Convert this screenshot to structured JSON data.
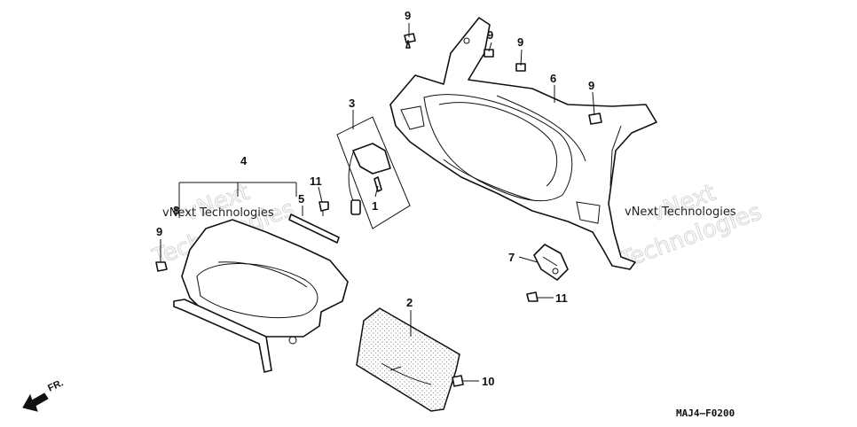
{
  "callouts": {
    "c1": "1",
    "c2": "2",
    "c3": "3",
    "c4": "4",
    "c5": "5",
    "c6": "6",
    "c7": "7",
    "c8": "8",
    "c9a": "9",
    "c9b": "9",
    "c9c": "9",
    "c9d": "9",
    "c9e": "9",
    "c10": "10",
    "c11a": "11",
    "c11b": "11"
  },
  "watermarks": {
    "left_line1": "vNext",
    "left_line2": "Technologies",
    "left_plain": "vNext Technologies",
    "right_line1": "vNext",
    "right_line2": "Technologies",
    "right_plain": "vNext Technologies"
  },
  "direction": {
    "label": "FR."
  },
  "drawing_code": "MAJ4—F0200"
}
